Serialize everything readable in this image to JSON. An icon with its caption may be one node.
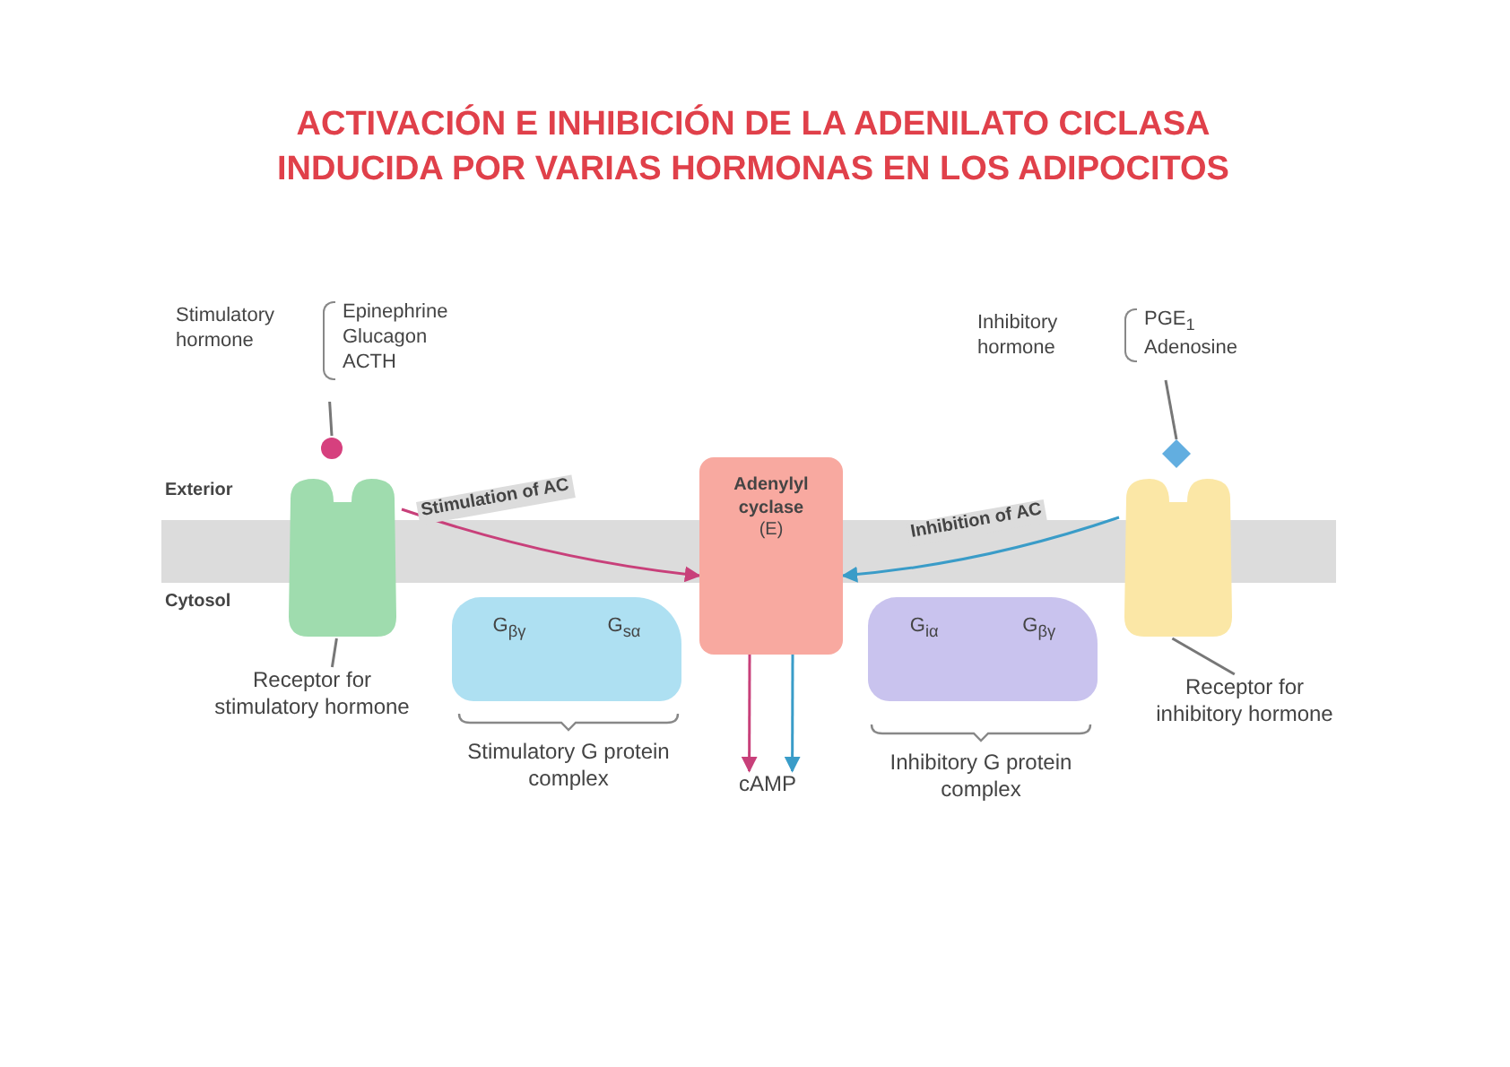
{
  "diagram": {
    "title": "ACTIVACIÓN E INHIBICIÓN DE LA ADENILATO CICLASA INDUCIDA POR VARIAS HORMONAS EN LOS ADIPOCITOS",
    "nodes": [
      {
        "text": [
          "Stimulatory hormone",
          "Epinephrine",
          "Glucagon",
          "ACTH"
        ]
      },
      {
        "text": [],
        "shape": "circle"
      },
      {
        "text": [],
        "shape": "receptor"
      },
      {
        "text": [
          "Receptor for stimulatory hormone"
        ]
      },
      {
        "text": [
          "G$_{βγ}$",
          "G$_{sα}$"
        ],
        "beside": [
          "Stimulatory G protein complex"
        ]
      },
      {
        "text": [
          "Adenylyl cyclase",
          "(E)"
        ]
      },
      {
        "text": [
          "cAMP"
        ]
      },
      {
        "text": [
          "Inhibitory hormone",
          "PGE$_{1}$",
          "Adenosine"
        ]
      },
      {
        "text": [],
        "shape": "diamond"
      },
      {
        "text": [],
        "shape": "receptor"
      },
      {
        "text": [
          "Receptor for inhibitory hormone"
        ]
      },
      {
        "text": [
          "G$_{iα}$",
          "G$_{βγ}$"
        ],
        "beside": [
          "Inhibitory G protein complex"
        ]
      }
    ],
    "edges": [
      {
        "from": 0,
        "to": 1,
        "arrow": "none"
      },
      {
        "from": 2,
        "to": 5,
        "arrow": "to",
        "label": "Stimulation of AC",
        "color": "#c8407a"
      },
      {
        "from": 7,
        "to": 8,
        "arrow": "none"
      },
      {
        "from": 9,
        "to": 5,
        "arrow": "to",
        "label": "Inhibition of AC",
        "color": "#3a9cc8"
      },
      {
        "from": 3,
        "to": 2,
        "arrow": "none"
      },
      {
        "from": 10,
        "to": 9,
        "arrow": "none"
      },
      {
        "from": 5,
        "to": 6,
        "arrow": "to",
        "color": "#c8407a"
      },
      {
        "from": 5,
        "to": 6,
        "arrow": "to",
        "color": "#3a9cc8"
      }
    ],
    "labels": [
      "Exterior",
      "Cytosol"
    ]
  }
}
